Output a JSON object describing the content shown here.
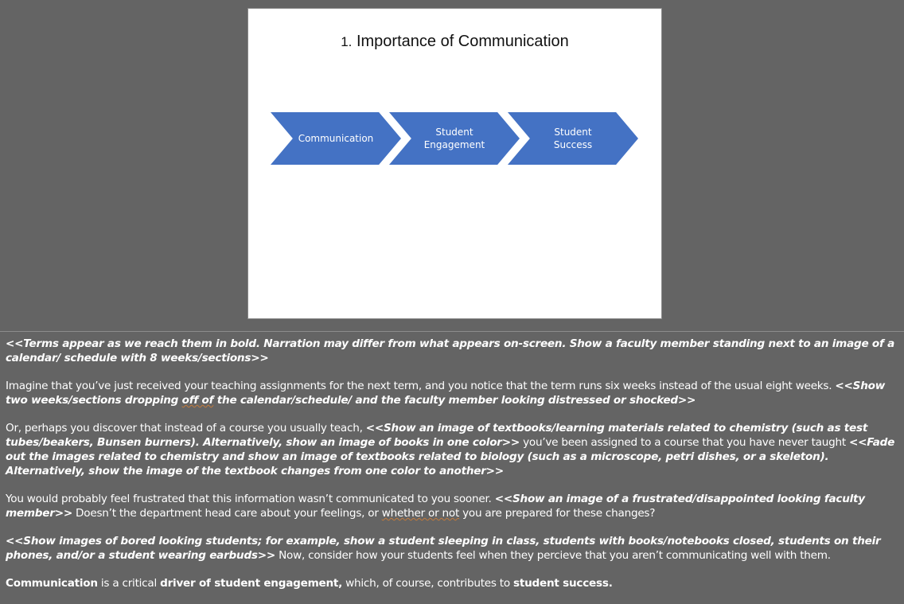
{
  "slide": {
    "title_num": "1.",
    "title_text": "Importance of Communication",
    "chevrons": [
      "Communication",
      "Student\nEngagement",
      "Student\nSuccess"
    ],
    "chevron_color": "#4472c4"
  },
  "notes": {
    "p1": {
      "cue": "<<Terms appear as we reach them in bold. Narration may differ from what appears on-screen. Show a faculty member standing next to an image of a calendar/ schedule with 8 weeks/sections>>"
    },
    "p2": {
      "text1": "Imagine that you’ve just received your teaching assignments for the next term, and you notice that the term runs six weeks instead of the usual eight weeks. ",
      "cue1": "<<Show two weeks/sections dropping ",
      "cue_squig": "off of",
      "cue2": " the calendar/schedule/ and the faculty member looking distressed or shocked>>"
    },
    "p3": {
      "text1": "Or, perhaps you discover that instead of a course you usually teach, ",
      "cue1": "<<Show an image of textbooks/learning materials related to chemistry (such as test tubes/beakers, Bunsen burners). Alternatively, show an image of books in one color>>",
      "text2": " you’ve been assigned to a course that you have never taught ",
      "cue2": "<<Fade out the images related to chemistry and show an image of textbooks related to biology (such as a microscope, petri dishes, or a skeleton). Alternatively, show the image of the textbook changes from one color to another>>"
    },
    "p4": {
      "text1": "You would probably feel frustrated that this information wasn’t communicated to you sooner. ",
      "cue1": "<<Show an image of a frustrated/disappointed looking faculty member>>",
      "text2": " Doesn’t the department head care about your feelings, or ",
      "squig": "whether or not",
      "text3": " you are prepared for these changes?"
    },
    "p5": {
      "cue1": "<<Show images of bored looking students; for example, show a student sleeping in class, students with books/notebooks closed, students on their phones, and/or a student wearing earbuds>>",
      "text1": " Now, consider how your students feel when they percieve that you aren’t communicating well with them."
    },
    "p6": {
      "b1": "Communication",
      "t1": " is a critical ",
      "b2": "driver of student engagement,",
      "t2": " which, of course, contributes to ",
      "b3": "student success."
    }
  }
}
